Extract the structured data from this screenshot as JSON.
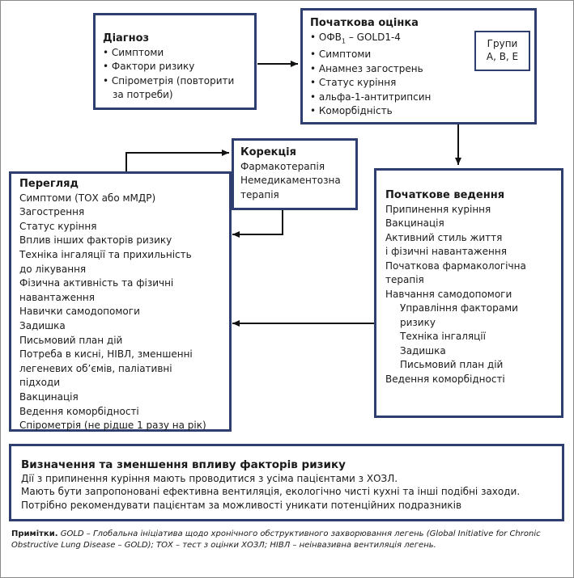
{
  "diagnosis": {
    "title": "Діагноз",
    "items": [
      "Симптоми",
      "Фактори ризику",
      "Спірометрія (повторити",
      "за потреби)"
    ]
  },
  "initial_assessment": {
    "title": "Початкова оцінка",
    "items": [
      "ОФВ",
      "– GOLD1-4",
      "Симптоми",
      "Анамнез загострень",
      "Статус куріння",
      "альфа-1-антитрипсин",
      "Коморбідність"
    ],
    "subscript": "1"
  },
  "groups": {
    "line1": "Групи",
    "line2": "A, B, E"
  },
  "correction": {
    "title": "Корекція",
    "items": [
      "Фармакотерапія",
      "Немедикаментозна",
      "терапія"
    ]
  },
  "review": {
    "title": "Перегляд",
    "items": [
      "Симптоми (ТОХ або мМДР)",
      "Загострення",
      "Статус куріння",
      "Вплив інших факторів ризику",
      "Техніка інгаляції та прихильність",
      "до лікування",
      "Фізична активність та фізичні",
      "навантаження",
      "Навички самодопомоги",
      "Задишка",
      "Письмовий план дій",
      "Потреба в кисні, НІВЛ, зменшенні",
      "легеневих об’ємів, паліативні",
      "підходи",
      "Вакцинація",
      "Ведення коморбідності",
      "Спірометрія (не рідше 1 разу на рік)"
    ]
  },
  "initial_management": {
    "title": "Початкове ведення",
    "items": [
      "Припинення куріння",
      "Вакцинація",
      "Активний стиль життя",
      "і фізичні навантаження",
      "Початкова фармакологічна",
      "терапія",
      "Навчання самодопомоги",
      "Управління факторами",
      "ризику",
      "Техніка інгаляції",
      "Задишка",
      "Письмовий план дій",
      "Ведення коморбідності"
    ]
  },
  "risk_factors": {
    "title": "Визначення та зменшення впливу факторів ризику",
    "lines": [
      "Дії з припинення куріння мають проводитися з усіма пацієнтами з ХОЗЛ.",
      "Мають бути запропоновані ефективна вентиляція, екологічно чисті кухні та інші подібні заходи.",
      "Потрібно рекомендувати пацієнтам за можливості уникати потенційних подразників"
    ]
  },
  "note": {
    "label": "Примітки.",
    "text": "GOLD – Глобальна ініціатива щодо хронічного обструктивного захворювання легень (Global Initiative for Chronic Obstructive Lung Disease – GOLD); ТОХ – тест з оцінки ХОЗЛ; НІВЛ – неінвазивна вентиляція легень."
  },
  "colors": {
    "box_border": "#2e3f6f",
    "arrow": "#111111"
  }
}
